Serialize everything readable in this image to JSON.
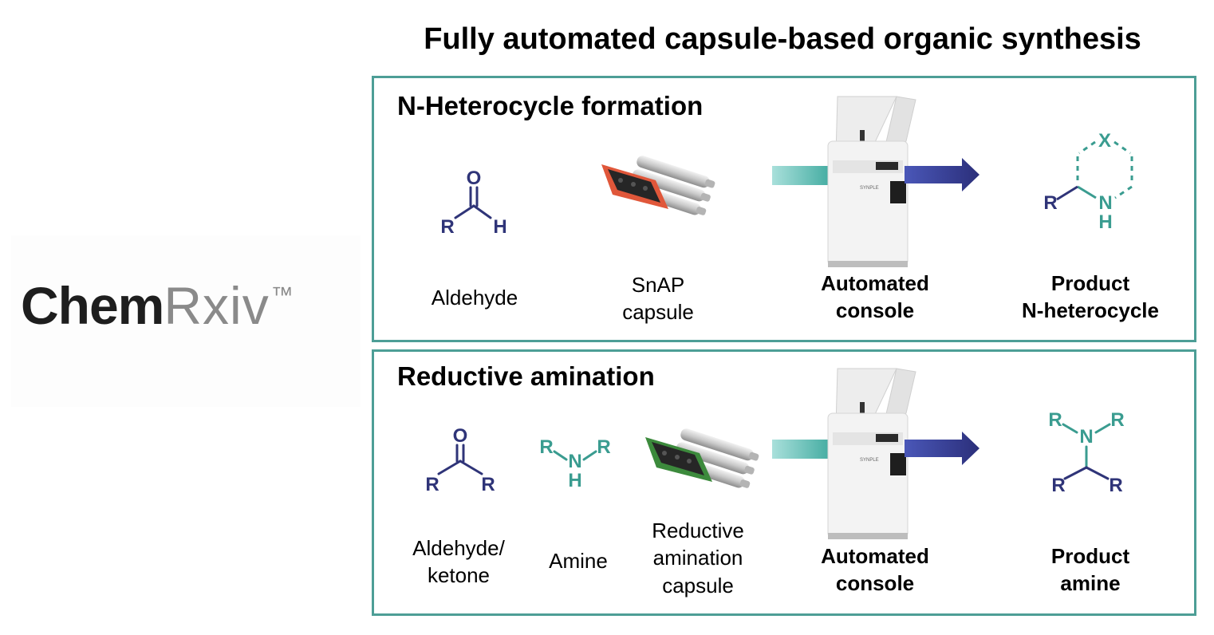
{
  "logo": {
    "chem": "Chem",
    "rxiv": "Rxiv",
    "tm": "™"
  },
  "title": "Fully automated capsule-based organic synthesis",
  "colors": {
    "navy": "#2f3478",
    "teal": "#3a9c90",
    "frame": "#4d9e96",
    "snap_capsule": "#e0573a",
    "ra_capsule": "#3c8a3c"
  },
  "panels": [
    {
      "title": "N-Heterocycle formation",
      "aldehyde": {
        "o": "O",
        "r": "R",
        "h": "H"
      },
      "product": {
        "x": "X",
        "r": "R",
        "n": "N",
        "h": "H"
      },
      "labels": {
        "aldehyde": "Aldehyde",
        "capsule_1": "SnAP",
        "capsule_2": "capsule",
        "console_1": "Automated",
        "console_2": "console",
        "product_1": "Product",
        "product_2": "N-heterocycle"
      }
    },
    {
      "title": "Reductive amination",
      "ketone": {
        "o": "O",
        "r1": "R",
        "r2": "R"
      },
      "amine": {
        "r1": "R",
        "n": "N",
        "r2": "R",
        "h": "H"
      },
      "product": {
        "r1": "R",
        "n": "N",
        "r2": "R",
        "r3": "R",
        "r4": "R"
      },
      "labels": {
        "carbonyl_1": "Aldehyde/",
        "carbonyl_2": "ketone",
        "amine": "Amine",
        "capsule_1": "Reductive",
        "capsule_2": "amination",
        "capsule_3": "capsule",
        "console_1": "Automated",
        "console_2": "console",
        "product_1": "Product",
        "product_2": "amine"
      }
    }
  ]
}
